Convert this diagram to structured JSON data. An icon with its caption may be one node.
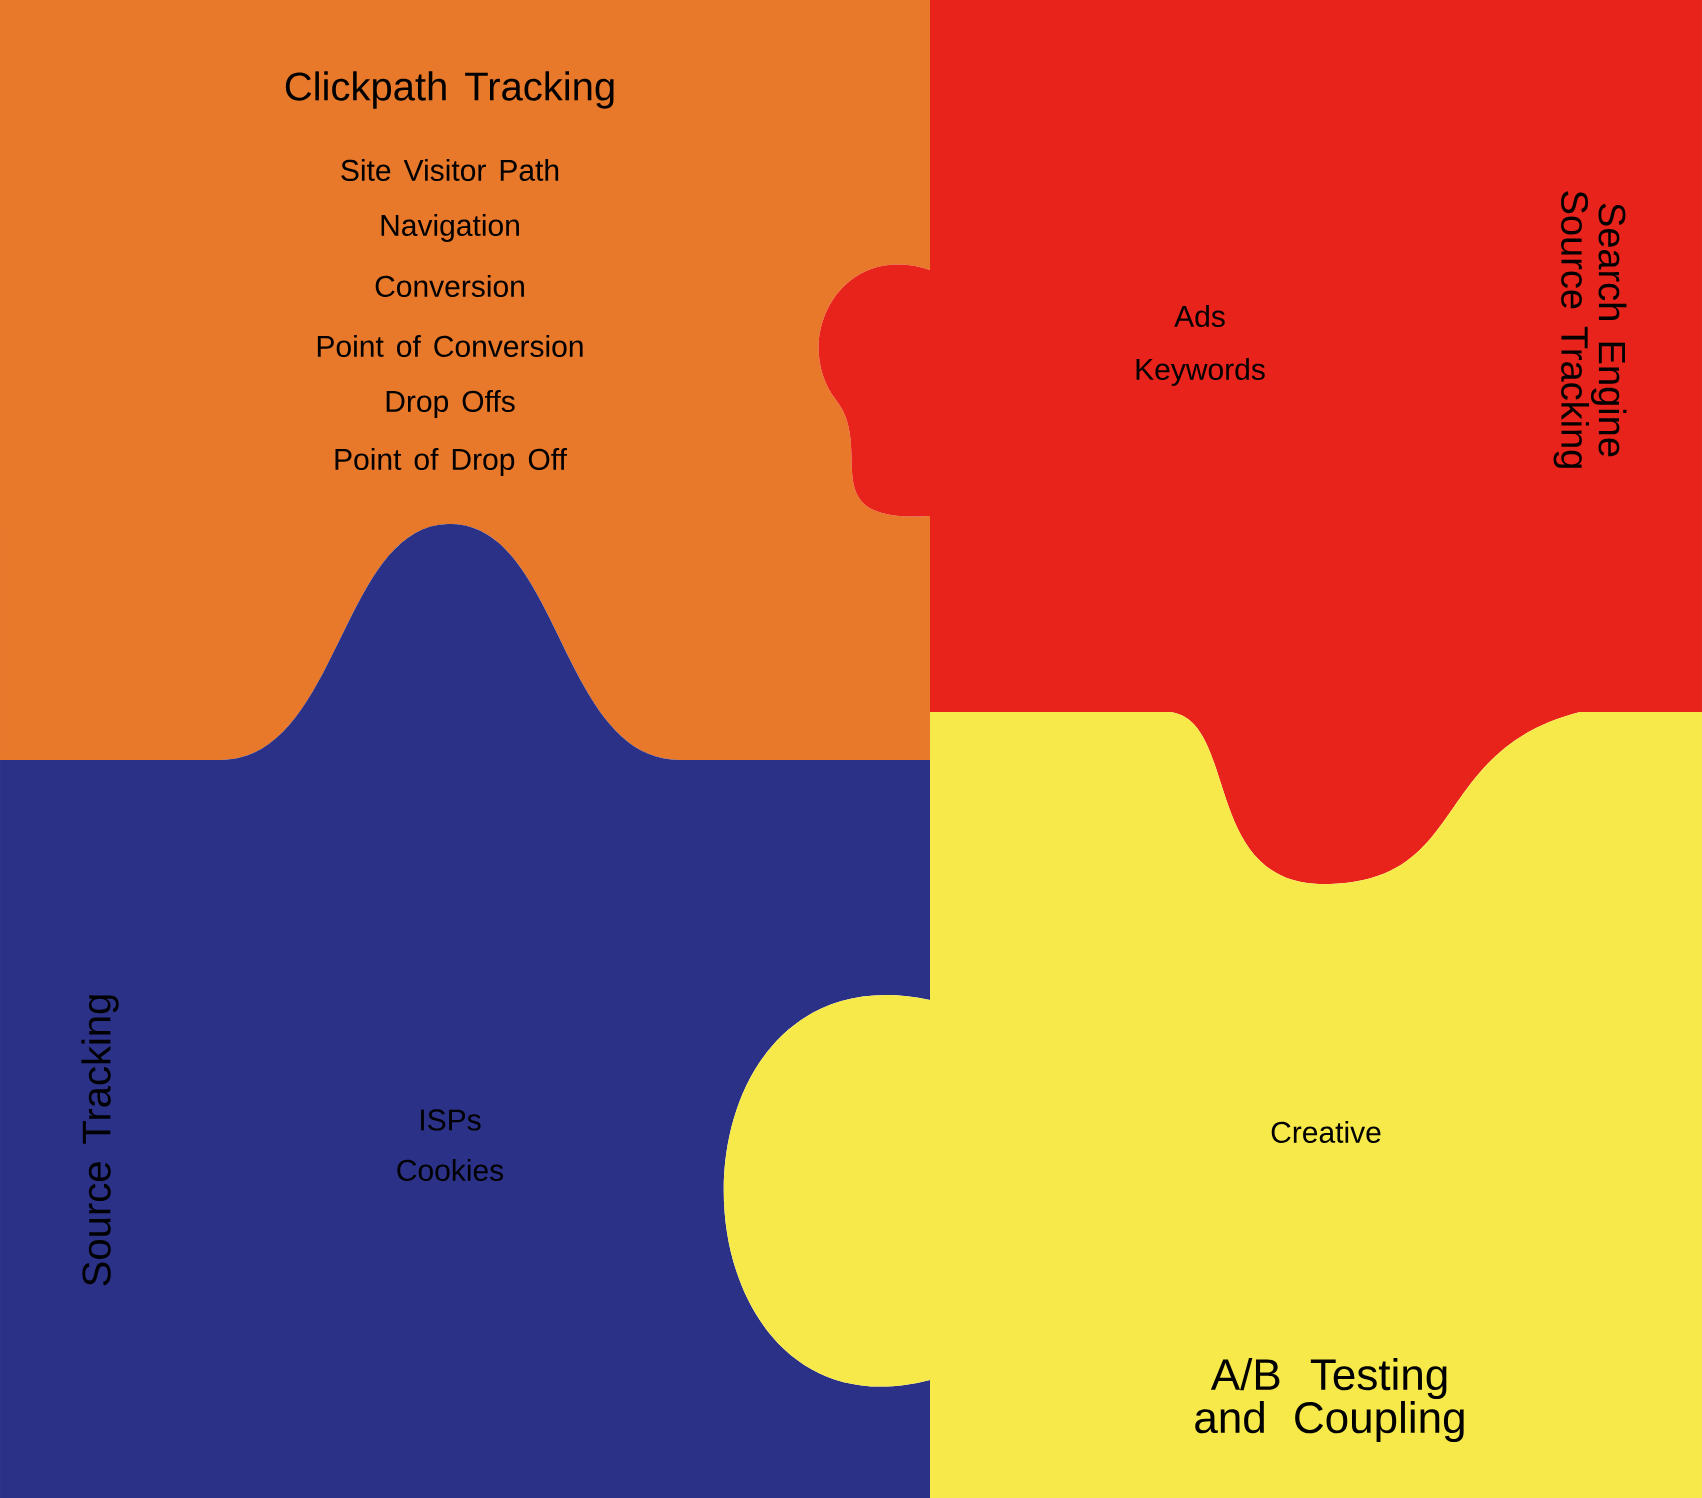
{
  "diagram": {
    "nodes": [
      {
        "text": [
          "Clickpath Tracking",
          "Site Visitor Path",
          "Navigation",
          "Conversion",
          "Point of Conversion",
          "Drop Offs",
          "Point of Drop Off"
        ]
      },
      {
        "text": [
          "Search Engine Source Tracking",
          "Ads",
          "Keywords"
        ]
      },
      {
        "text": [
          "Source Tracking",
          "ISPs",
          "Cookies"
        ]
      },
      {
        "text": [
          "Creative",
          "A/B Testing and Coupling"
        ]
      }
    ]
  }
}
